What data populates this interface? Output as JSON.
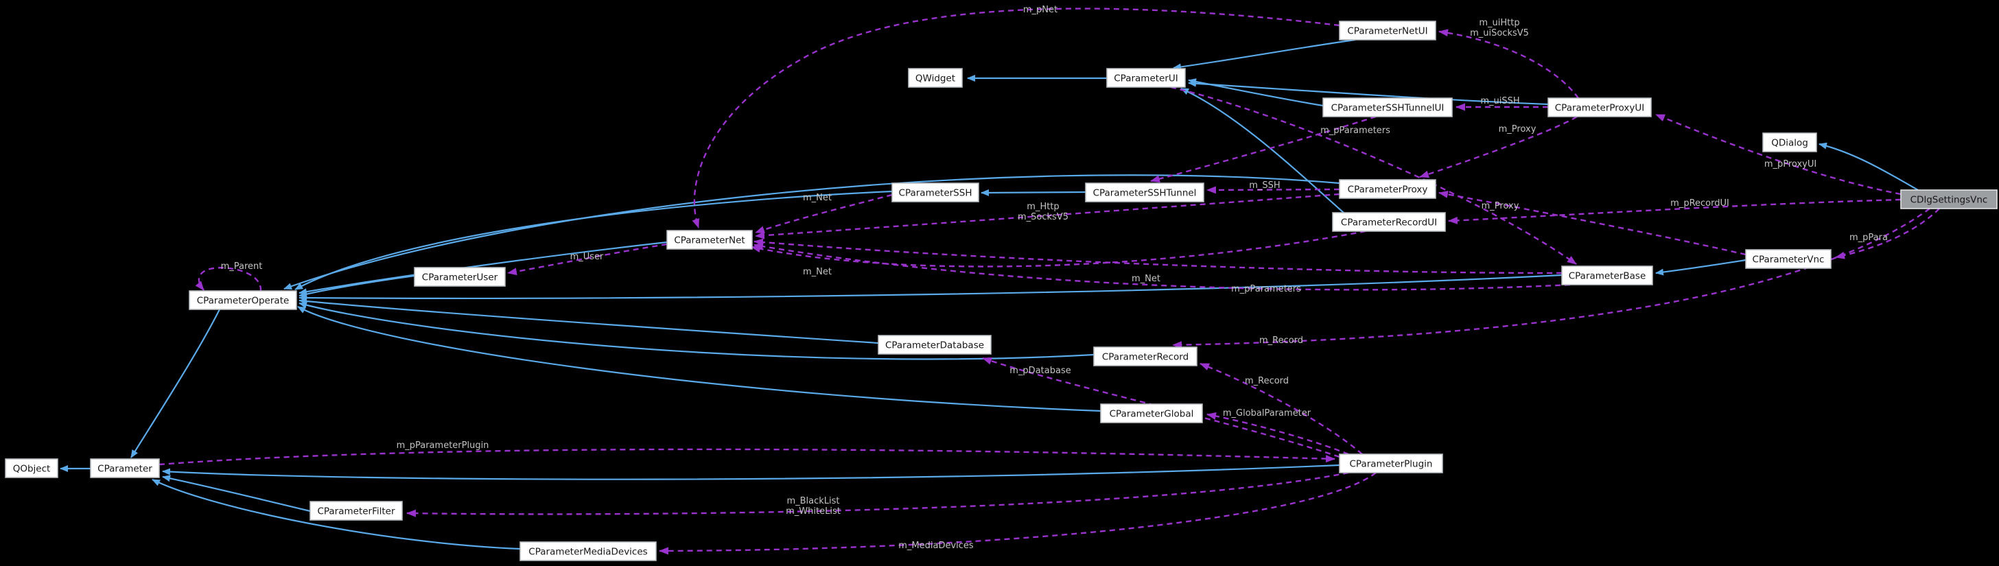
{
  "diagram": {
    "kind": "doxygen-collaboration-graph",
    "focus_class": "CDlgSettingsVnc",
    "background_color": "#000000",
    "colors": {
      "inheritance_edge": "#5aa9e8",
      "usage_edge": "#9a32cd",
      "node_fill": "#ffffff",
      "node_border": "#b9bec2",
      "node_text": "#161616",
      "focus_node_fill": "#9c9fa1",
      "edge_label_text": "#c3c3c3"
    }
  },
  "nodes": [
    {
      "id": "QWidget",
      "label": "QWidget"
    },
    {
      "id": "CParameterUI",
      "label": "CParameterUI"
    },
    {
      "id": "CParameterNetUI",
      "label": "CParameterNetUI"
    },
    {
      "id": "CParameterSSHTunnelUI",
      "label": "CParameterSSHTunnelUI"
    },
    {
      "id": "CParameterProxyUI",
      "label": "CParameterProxyUI"
    },
    {
      "id": "QDialog",
      "label": "QDialog"
    },
    {
      "id": "CDlgSettingsVnc",
      "label": "CDlgSettingsVnc"
    },
    {
      "id": "CParameterSSH",
      "label": "CParameterSSH"
    },
    {
      "id": "CParameterSSHTunnel",
      "label": "CParameterSSHTunnel"
    },
    {
      "id": "CParameterProxy",
      "label": "CParameterProxy"
    },
    {
      "id": "CParameterRecordUI",
      "label": "CParameterRecordUI"
    },
    {
      "id": "CParameterNet",
      "label": "CParameterNet"
    },
    {
      "id": "CParameterUser",
      "label": "CParameterUser"
    },
    {
      "id": "CParameterOperate",
      "label": "CParameterOperate"
    },
    {
      "id": "CParameterBase",
      "label": "CParameterBase"
    },
    {
      "id": "CParameterVnc",
      "label": "CParameterVnc"
    },
    {
      "id": "CParameterDatabase",
      "label": "CParameterDatabase"
    },
    {
      "id": "CParameterRecord",
      "label": "CParameterRecord"
    },
    {
      "id": "CParameterGlobal",
      "label": "CParameterGlobal"
    },
    {
      "id": "CParameterPlugin",
      "label": "CParameterPlugin"
    },
    {
      "id": "QObject",
      "label": "QObject"
    },
    {
      "id": "CParameter",
      "label": "CParameter"
    },
    {
      "id": "CParameterFilter",
      "label": "CParameterFilter"
    },
    {
      "id": "CParameterMediaDevices",
      "label": "CParameterMediaDevices"
    }
  ],
  "inheritance_edges": [
    {
      "from": "CParameterUI",
      "to": "QWidget"
    },
    {
      "from": "CParameterNetUI",
      "to": "CParameterUI"
    },
    {
      "from": "CParameterSSHTunnelUI",
      "to": "CParameterUI"
    },
    {
      "from": "CParameterProxyUI",
      "to": "CParameterUI"
    },
    {
      "from": "CParameterRecordUI",
      "to": "CParameterUI"
    },
    {
      "from": "CDlgSettingsVnc",
      "to": "QDialog"
    },
    {
      "from": "CParameterVnc",
      "to": "CParameterBase"
    },
    {
      "from": "CParameterSSHTunnel",
      "to": "CParameterSSH"
    },
    {
      "from": "CParameterSSH",
      "to": "CParameterOperate"
    },
    {
      "from": "CParameterNet",
      "to": "CParameterOperate"
    },
    {
      "from": "CParameterUser",
      "to": "CParameterOperate"
    },
    {
      "from": "CParameterDatabase",
      "to": "CParameterOperate"
    },
    {
      "from": "CParameterRecord",
      "to": "CParameterOperate"
    },
    {
      "from": "CParameterGlobal",
      "to": "CParameterOperate"
    },
    {
      "from": "CParameterBase",
      "to": "CParameterOperate"
    },
    {
      "from": "CParameterProxy",
      "to": "CParameterOperate"
    },
    {
      "from": "CParameterOperate",
      "to": "CParameter"
    },
    {
      "from": "CParameter",
      "to": "QObject"
    },
    {
      "from": "CParameterFilter",
      "to": "CParameter"
    },
    {
      "from": "CParameterMediaDevices",
      "to": "CParameter"
    },
    {
      "from": "CParameterPlugin",
      "to": "CParameter"
    }
  ],
  "usage_edges": [
    {
      "from": "CParameterNetUI",
      "to": "CParameterNet",
      "label": [
        "m_pNet"
      ]
    },
    {
      "from": "CParameterProxyUI",
      "to": "CParameterNetUI",
      "label": [
        "m_uiHttp",
        "m_uiSocksV5"
      ]
    },
    {
      "from": "CParameterProxyUI",
      "to": "CParameterSSHTunnelUI",
      "label": [
        "m_uiSSH"
      ]
    },
    {
      "from": "CParameterSSHTunnelUI",
      "to": "CParameterSSHTunnel",
      "label": []
    },
    {
      "from": "CDlgSettingsVnc",
      "to": "CParameterProxyUI",
      "label": [
        "m_pProxyUI"
      ]
    },
    {
      "from": "CDlgSettingsVnc",
      "to": "CParameterRecordUI",
      "label": [
        "m_pRecordUI"
      ]
    },
    {
      "from": "CDlgSettingsVnc",
      "to": "CParameterVnc",
      "label": [
        "m_pPara"
      ]
    },
    {
      "from": "CParameterProxyUI",
      "to": "CParameterProxy",
      "label": [
        "m_Proxy"
      ]
    },
    {
      "from": "CParameterVnc",
      "to": "CParameterProxy",
      "label": [
        "m_Proxy"
      ]
    },
    {
      "from": "CParameterProxy",
      "to": "CParameterSSHTunnel",
      "label": [
        "m_SSH"
      ]
    },
    {
      "from": "CParameterProxy",
      "to": "CParameterNet",
      "label": [
        "m_Http",
        "m_SocksV5"
      ]
    },
    {
      "from": "CParameterSSH",
      "to": "CParameterNet",
      "label": [
        "m_Net"
      ]
    },
    {
      "from": "CParameterBase",
      "to": "CParameterNet",
      "label": [
        "m_Net"
      ]
    },
    {
      "from": "CParameterBase",
      "to": "CParameterNet",
      "label": [
        "m_pParameters"
      ]
    },
    {
      "from": "CParameterRecordUI",
      "to": "CParameterNet",
      "label": [
        "m_Net"
      ]
    },
    {
      "from": "CParameterUI",
      "to": "CParameterBase",
      "label": [
        "m_pParameters"
      ]
    },
    {
      "from": "CParameterNet",
      "to": "CParameterUser",
      "label": [
        "m_User"
      ]
    },
    {
      "from": "CParameterOperate",
      "to": "CParameterOperate",
      "label": [
        "m_Parent"
      ]
    },
    {
      "from": "CParameter",
      "to": "CParameterPlugin",
      "label": [
        "m_pParameterPlugin"
      ]
    },
    {
      "from": "CParameterPlugin",
      "to": "CParameterGlobal",
      "label": [
        "m_GlobalParameter"
      ]
    },
    {
      "from": "CParameterPlugin",
      "to": "CParameterDatabase",
      "label": [
        "m_pDatabase"
      ]
    },
    {
      "from": "CParameterPlugin",
      "to": "CParameterRecord",
      "label": [
        "m_Record"
      ]
    },
    {
      "from": "CDlgSettingsVnc",
      "to": "CParameterRecord",
      "label": [
        "m_Record"
      ]
    },
    {
      "from": "CParameterPlugin",
      "to": "CParameterFilter",
      "label": [
        "m_BlackList",
        "m_WhiteList"
      ]
    },
    {
      "from": "CParameterPlugin",
      "to": "CParameterMediaDevices",
      "label": [
        "m_MediaDevices"
      ]
    }
  ]
}
